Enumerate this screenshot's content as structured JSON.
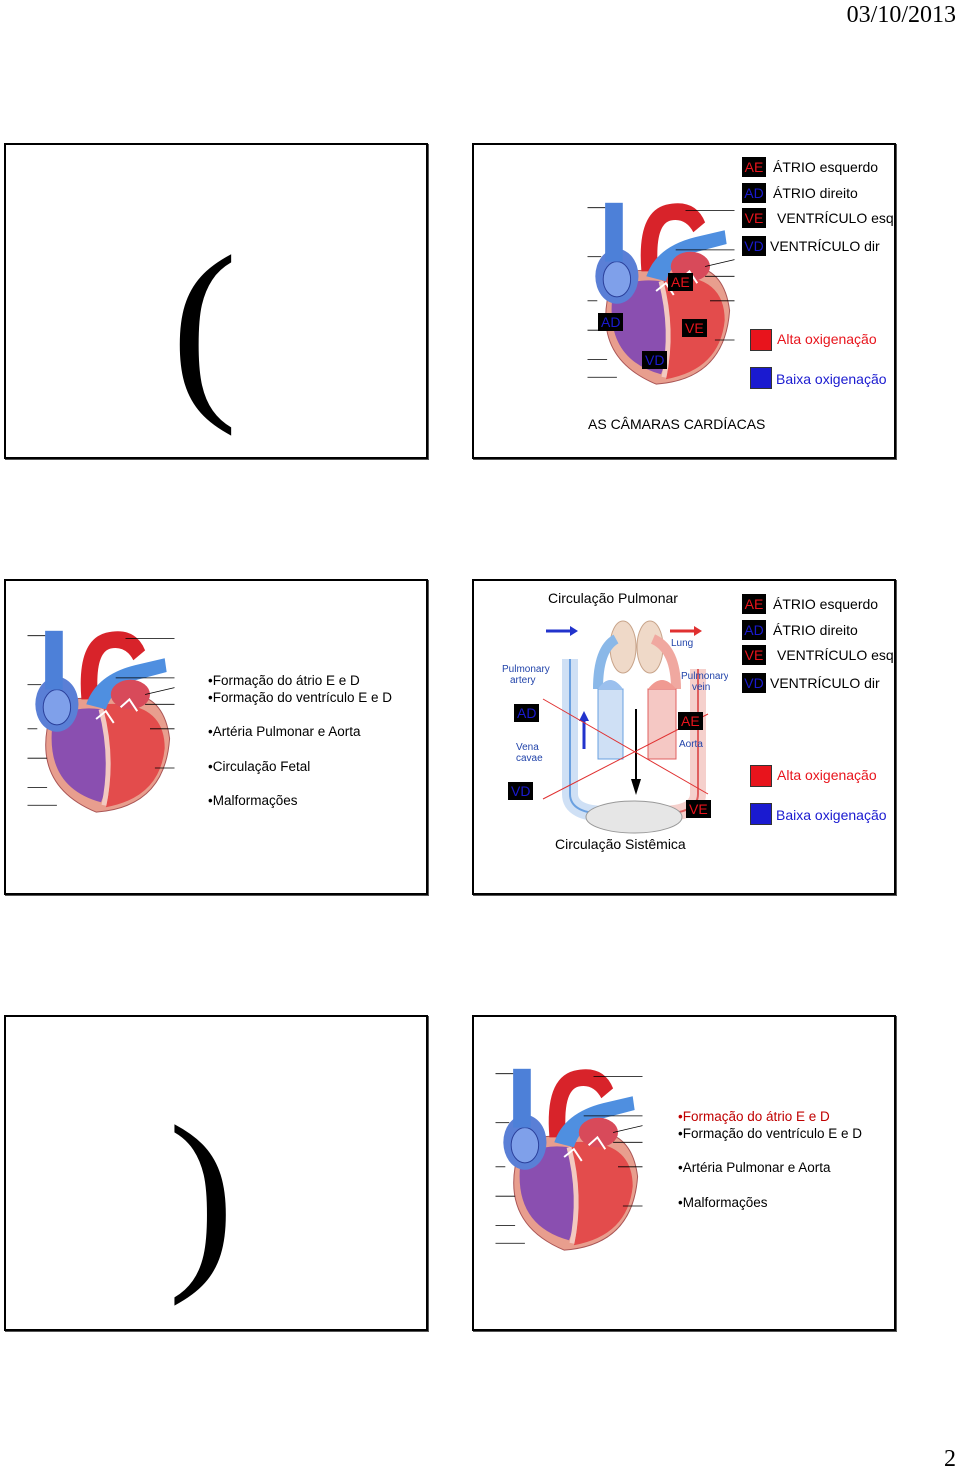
{
  "header": {
    "date": "03/10/2013"
  },
  "footer": {
    "page_number": "2"
  },
  "slide1": {
    "paren": "("
  },
  "slide2": {
    "legend": [
      {
        "code": "AE",
        "text": "ÁTRIO esquerdo",
        "code_color": "#e8141c"
      },
      {
        "code": "AD",
        "text": "ÁTRIO direito",
        "code_color": "#1a1ad0"
      },
      {
        "code": "VE",
        "text": "VENTRÍCULO esq",
        "code_color": "#e8141c"
      },
      {
        "code": "VD",
        "text": "VENTRÍCULO dir",
        "code_color": "#1a1ad0"
      }
    ],
    "heart_labels": {
      "ae": "AE",
      "ad": "AD",
      "ve": "VE",
      "vd": "VD"
    },
    "oxy_high": "Alta oxigenação",
    "oxy_low": "Baixa oxigenação",
    "caption": "AS CÂMARAS CARDÍACAS",
    "colors": {
      "high": "#e8141c",
      "low": "#1a1ad0"
    }
  },
  "slide3": {
    "bullets": [
      "•Formação do átrio E e D",
      "•Formação do ventrículo E e D",
      "•Artéria Pulmonar e Aorta",
      "•Circulação Fetal",
      "•Malformações"
    ]
  },
  "slide4": {
    "title_top": "Circulação Pulmonar",
    "title_bottom": "Circulação Sistêmica",
    "diagram_labels": {
      "lung": "Lung",
      "pulmonary_artery_1": "Pulmonary",
      "pulmonary_artery_2": "artery",
      "pulmonary_vein_1": "Pulmonary",
      "pulmonary_vein_2": "vein",
      "vena_cavae_1": "Vena",
      "vena_cavae_2": "cavae",
      "aorta": "Aorta"
    },
    "chamber_labels": {
      "ad": "AD",
      "ae": "AE",
      "vd": "VD",
      "ve": "VE"
    },
    "legend": [
      {
        "code": "AE",
        "text": "ÁTRIO esquerdo"
      },
      {
        "code": "AD",
        "text": "ÁTRIO direito"
      },
      {
        "code": "VE",
        "text": "VENTRÍCULO esq"
      },
      {
        "code": "VD",
        "text": "VENTRÍCULO dir"
      }
    ],
    "oxy_high": "Alta oxigenação",
    "oxy_low": "Baixa oxigenação"
  },
  "slide5": {
    "paren": ")"
  },
  "slide6": {
    "bullet_highlight": "•Formação do átrio E e D",
    "bullets": [
      "•Formação do ventrículo E e D",
      "•Artéria Pulmonar e Aorta",
      "•Malformações"
    ],
    "highlight_color": "#c00000"
  }
}
